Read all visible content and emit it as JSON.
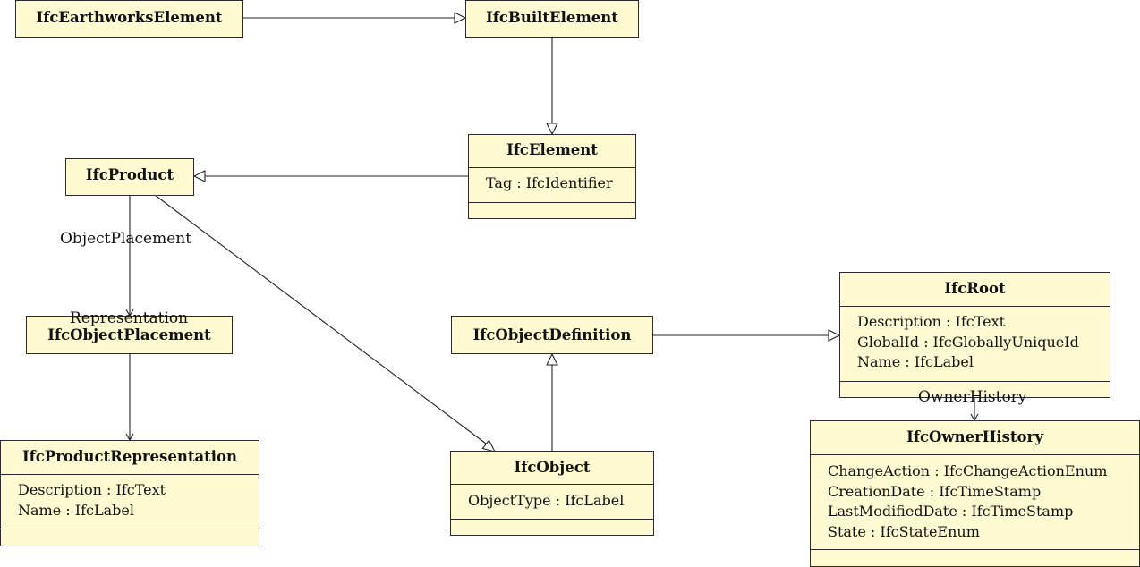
{
  "classes": {
    "earthworks": {
      "name": "IfcEarthworksElement"
    },
    "built": {
      "name": "IfcBuiltElement"
    },
    "element": {
      "name": "IfcElement",
      "attributes": [
        "Tag : IfcIdentifier"
      ]
    },
    "product": {
      "name": "IfcProduct"
    },
    "placement": {
      "name": "IfcObjectPlacement"
    },
    "productrep": {
      "name": "IfcProductRepresentation",
      "attributes": [
        "Description : IfcText",
        "Name : IfcLabel"
      ]
    },
    "objdef": {
      "name": "IfcObjectDefinition"
    },
    "object": {
      "name": "IfcObject",
      "attributes": [
        "ObjectType : IfcLabel"
      ]
    },
    "root": {
      "name": "IfcRoot",
      "attributes": [
        "Description : IfcText",
        "GlobalId : IfcGloballyUniqueId",
        "Name : IfcLabel"
      ]
    },
    "owner": {
      "name": "IfcOwnerHistory",
      "attributes": [
        "ChangeAction : IfcChangeActionEnum",
        "CreationDate : IfcTimeStamp",
        "LastModifiedDate : IfcTimeStamp",
        "State : IfcStateEnum"
      ]
    }
  },
  "associations": {
    "object_placement": "ObjectPlacement",
    "representation": "Representation",
    "owner_history": "OwnerHistory"
  }
}
